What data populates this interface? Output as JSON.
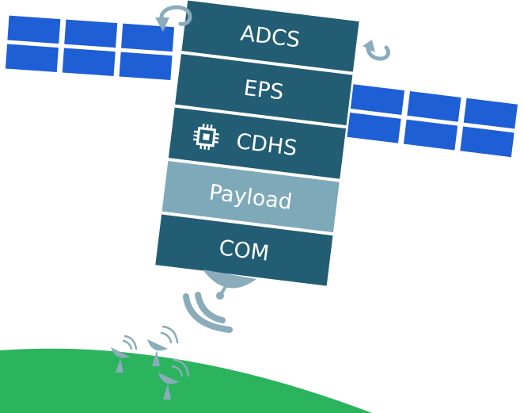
{
  "modules": [
    {
      "id": "adcs",
      "label": "ADCS"
    },
    {
      "id": "eps",
      "label": "EPS"
    },
    {
      "id": "cdhs",
      "label": "CDHS"
    },
    {
      "id": "payload",
      "label": "Payload"
    },
    {
      "id": "com",
      "label": "COM"
    }
  ],
  "colors": {
    "module": "#225d73",
    "payload": "#7ea9b9",
    "panel": "#1e5fd6",
    "earth": "#2bb45d",
    "antenna": "#8aacbb",
    "arrow": "#8aacbb"
  }
}
